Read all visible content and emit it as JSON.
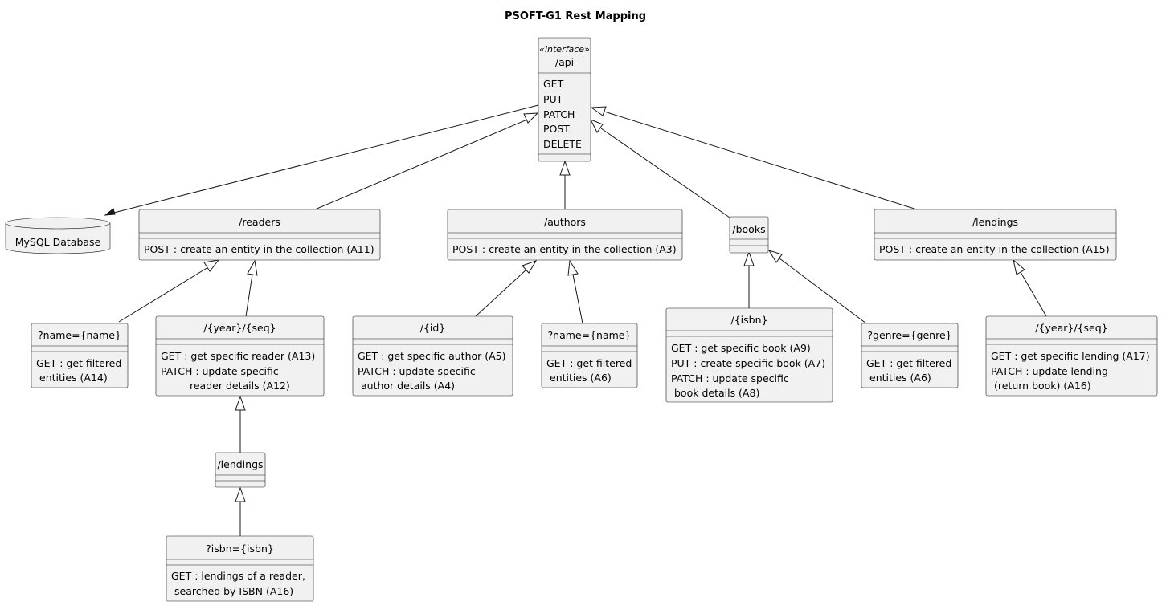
{
  "title": "PSOFT-G1 Rest Mapping",
  "api": {
    "stereotype": "«interface»",
    "name": "/api",
    "methods": [
      "GET",
      "PUT",
      "PATCH",
      "POST",
      "DELETE"
    ]
  },
  "database": {
    "label": "MySQL Database"
  },
  "readers": {
    "name": "/readers",
    "members": [
      "POST : create an entity in the collection (A11)"
    ]
  },
  "authors": {
    "name": "/authors",
    "members": [
      "POST : create an entity in the collection (A3)"
    ]
  },
  "books": {
    "name": "/books"
  },
  "lendings": {
    "name": "/lendings",
    "members": [
      "POST : create an entity in the collection (A15)"
    ]
  },
  "reader_name_query": {
    "name": "?name={name}",
    "members": [
      "GET : get filtered",
      "entities (A14)"
    ]
  },
  "reader_year_seq": {
    "name": "/{year}/{seq}",
    "members": [
      "GET : get specific reader (A13)",
      "PATCH : update specific",
      "reader details (A12)"
    ]
  },
  "reader_lendings": {
    "name": "/lendings"
  },
  "isbn_query": {
    "name": "?isbn={isbn}",
    "members": [
      "GET : lendings of a reader,",
      "searched by ISBN (A16)"
    ]
  },
  "author_id": {
    "name": "/{id}",
    "members": [
      "GET : get specific author (A5)",
      "PATCH : update specific",
      "author details (A4)"
    ]
  },
  "author_name_query": {
    "name": "?name={name}",
    "members": [
      "GET : get filtered",
      "entities (A6)"
    ]
  },
  "book_isbn": {
    "name": "/{isbn}",
    "members": [
      "GET : get specific book (A9)",
      "PUT : create specific book (A7)",
      "PATCH : update specific",
      "book details (A8)"
    ]
  },
  "genre_query": {
    "name": "?genre={genre}",
    "members": [
      "GET : get filtered",
      "entities (A6)"
    ]
  },
  "lending_year_seq": {
    "name": "/{year}/{seq}",
    "members": [
      "GET : get specific lending (A17)",
      "PATCH : update lending",
      "(return book) (A16)"
    ]
  }
}
